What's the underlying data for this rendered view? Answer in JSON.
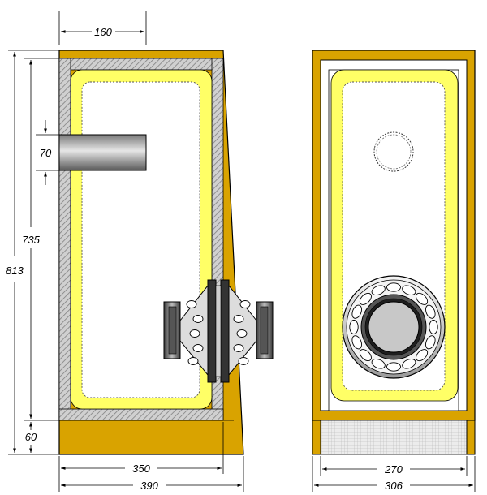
{
  "dimensions": {
    "port_length": "160",
    "port_diameter": "70",
    "inner_height": "735",
    "total_height": "813",
    "plinth_height": "60",
    "inner_depth": "350",
    "total_depth": "390",
    "inner_width": "270",
    "total_width": "306"
  },
  "colors": {
    "wood": "#d9a300",
    "lining": "#ffff66",
    "wall": "#c8c8c8",
    "frame": "#000000",
    "grille": "#dcdcdc"
  }
}
